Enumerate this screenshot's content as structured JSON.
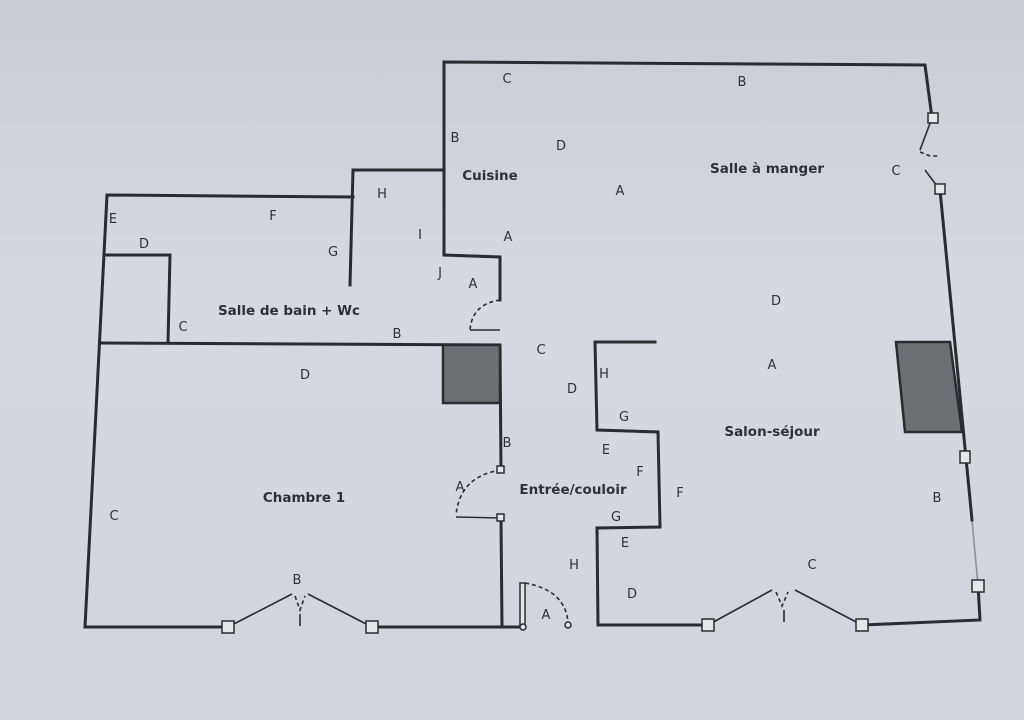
{
  "rooms": {
    "cuisine": "Cuisine",
    "salle_a_manger": "Salle à manger",
    "salle_de_bain": "Salle de bain + Wc",
    "chambre": "Chambre 1",
    "entree": "Entrée/couloir",
    "salon": "Salon-séjour"
  },
  "wall_labels": [
    "C",
    "B",
    "B",
    "D",
    "C",
    "A",
    "H",
    "F",
    "E",
    "I",
    "A",
    "D",
    "G",
    "J",
    "A",
    "D",
    "C",
    "B",
    "C",
    "A",
    "D",
    "H",
    "D",
    "G",
    "B",
    "E",
    "F",
    "A",
    "F",
    "B",
    "G",
    "C",
    "E",
    "H",
    "C",
    "B",
    "D",
    "A"
  ]
}
